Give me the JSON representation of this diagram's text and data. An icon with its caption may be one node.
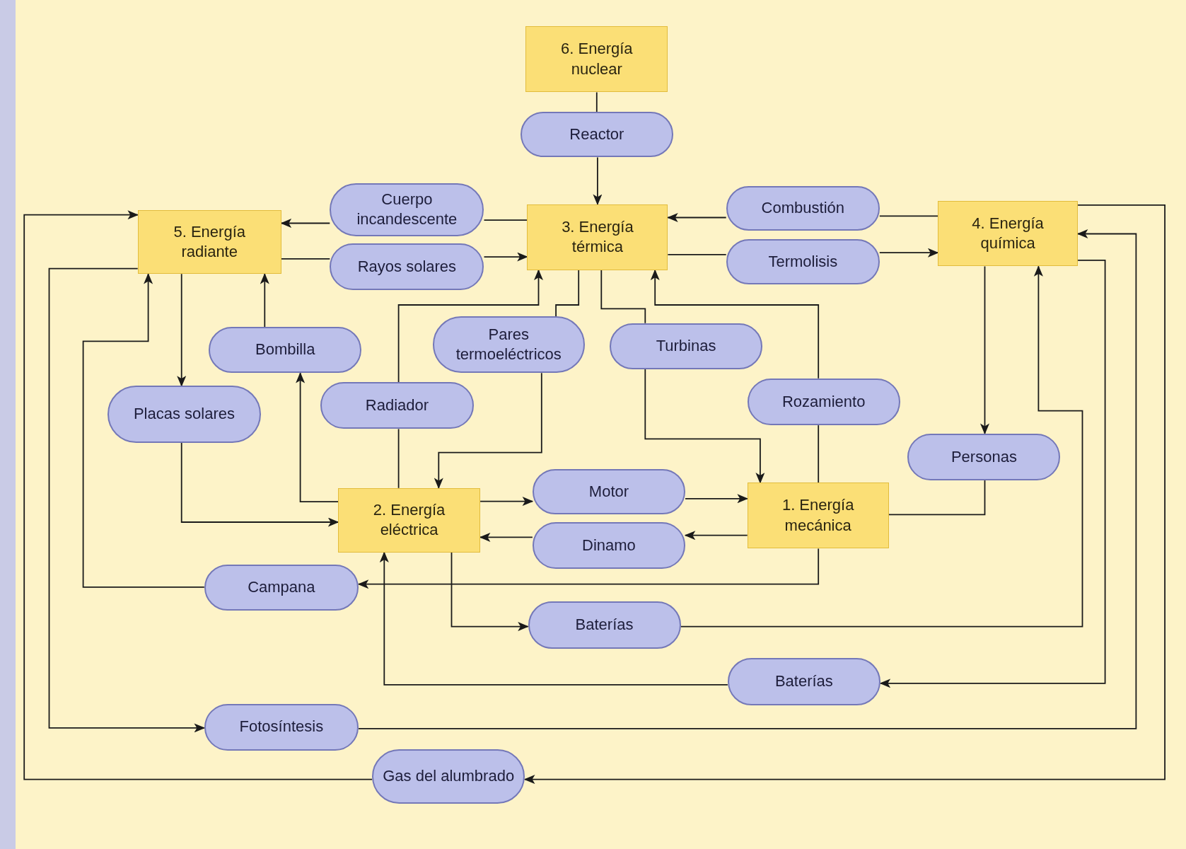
{
  "diagram": {
    "nodes": [
      {
        "text": [
          "6. Energía nuclear"
        ]
      },
      {
        "text": [
          "Reactor"
        ]
      },
      {
        "text": [
          "Cuerpo incandescente"
        ]
      },
      {
        "text": [
          "3. Energía térmica"
        ]
      },
      {
        "text": [
          "Combustión"
        ]
      },
      {
        "text": [
          "5. Energía radiante"
        ]
      },
      {
        "text": [
          "4. Energía química"
        ]
      },
      {
        "text": [
          "Rayos solares"
        ]
      },
      {
        "text": [
          "Termolisis"
        ]
      },
      {
        "text": [
          "Bombilla"
        ]
      },
      {
        "text": [
          "Pares termoeléctricos"
        ]
      },
      {
        "text": [
          "Turbinas"
        ]
      },
      {
        "text": [
          "Placas solares"
        ]
      },
      {
        "text": [
          "Radiador"
        ]
      },
      {
        "text": [
          "Rozamiento"
        ]
      },
      {
        "text": [
          "Personas"
        ]
      },
      {
        "text": [
          "Motor"
        ]
      },
      {
        "text": [
          "2. Energía eléctrica"
        ]
      },
      {
        "text": [
          "1. Energía mecánica"
        ]
      },
      {
        "text": [
          "Dinamo"
        ]
      },
      {
        "text": [
          "Campana"
        ]
      },
      {
        "text": [
          "Baterías"
        ]
      },
      {
        "text": [
          "Baterías"
        ]
      },
      {
        "text": [
          "Fotosíntesis"
        ]
      },
      {
        "text": [
          "Gas del alumbrado"
        ]
      }
    ],
    "edges": [
      {
        "from": 0,
        "to": 1,
        "arrow": "none"
      },
      {
        "from": 1,
        "to": 3,
        "arrow": "to"
      },
      {
        "from": 3,
        "to": 2,
        "arrow": "none"
      },
      {
        "from": 2,
        "to": 5,
        "arrow": "to"
      },
      {
        "from": 5,
        "to": 7,
        "arrow": "none"
      },
      {
        "from": 7,
        "to": 3,
        "arrow": "to"
      },
      {
        "from": 6,
        "to": 4,
        "arrow": "none"
      },
      {
        "from": 4,
        "to": 3,
        "arrow": "to"
      },
      {
        "from": 3,
        "to": 8,
        "arrow": "none"
      },
      {
        "from": 8,
        "to": 6,
        "arrow": "to"
      },
      {
        "from": 5,
        "to": 12,
        "arrow": "to"
      },
      {
        "from": 12,
        "to": 17,
        "arrow": "to"
      },
      {
        "from": 9,
        "to": 5,
        "arrow": "to"
      },
      {
        "from": 17,
        "to": 9,
        "arrow": "to"
      },
      {
        "from": 17,
        "to": 13,
        "arrow": "none"
      },
      {
        "from": 13,
        "to": 3,
        "arrow": "to"
      },
      {
        "from": 3,
        "to": 10,
        "arrow": "none"
      },
      {
        "from": 10,
        "to": 17,
        "arrow": "to"
      },
      {
        "from": 3,
        "to": 11,
        "arrow": "none"
      },
      {
        "from": 11,
        "to": 18,
        "arrow": "to"
      },
      {
        "from": 18,
        "to": 14,
        "arrow": "none"
      },
      {
        "from": 14,
        "to": 3,
        "arrow": "to"
      },
      {
        "from": 6,
        "to": 15,
        "arrow": "to"
      },
      {
        "from": 15,
        "to": 18,
        "arrow": "none"
      },
      {
        "from": 17,
        "to": 16,
        "arrow": "to"
      },
      {
        "from": 16,
        "to": 18,
        "arrow": "to"
      },
      {
        "from": 18,
        "to": 19,
        "arrow": "to"
      },
      {
        "from": 19,
        "to": 17,
        "arrow": "to"
      },
      {
        "from": 18,
        "to": 20,
        "arrow": "to"
      },
      {
        "from": 20,
        "to": 5,
        "arrow": "to"
      },
      {
        "from": 17,
        "to": 21,
        "arrow": "to"
      },
      {
        "from": 21,
        "to": 6,
        "arrow": "to"
      },
      {
        "from": 6,
        "to": 22,
        "arrow": "to"
      },
      {
        "from": 22,
        "to": 17,
        "arrow": "to"
      },
      {
        "from": 5,
        "to": 23,
        "arrow": "to"
      },
      {
        "from": 23,
        "to": 6,
        "arrow": "to"
      },
      {
        "from": 6,
        "to": 24,
        "arrow": "to"
      },
      {
        "from": 24,
        "to": 5,
        "arrow": "to"
      }
    ]
  }
}
